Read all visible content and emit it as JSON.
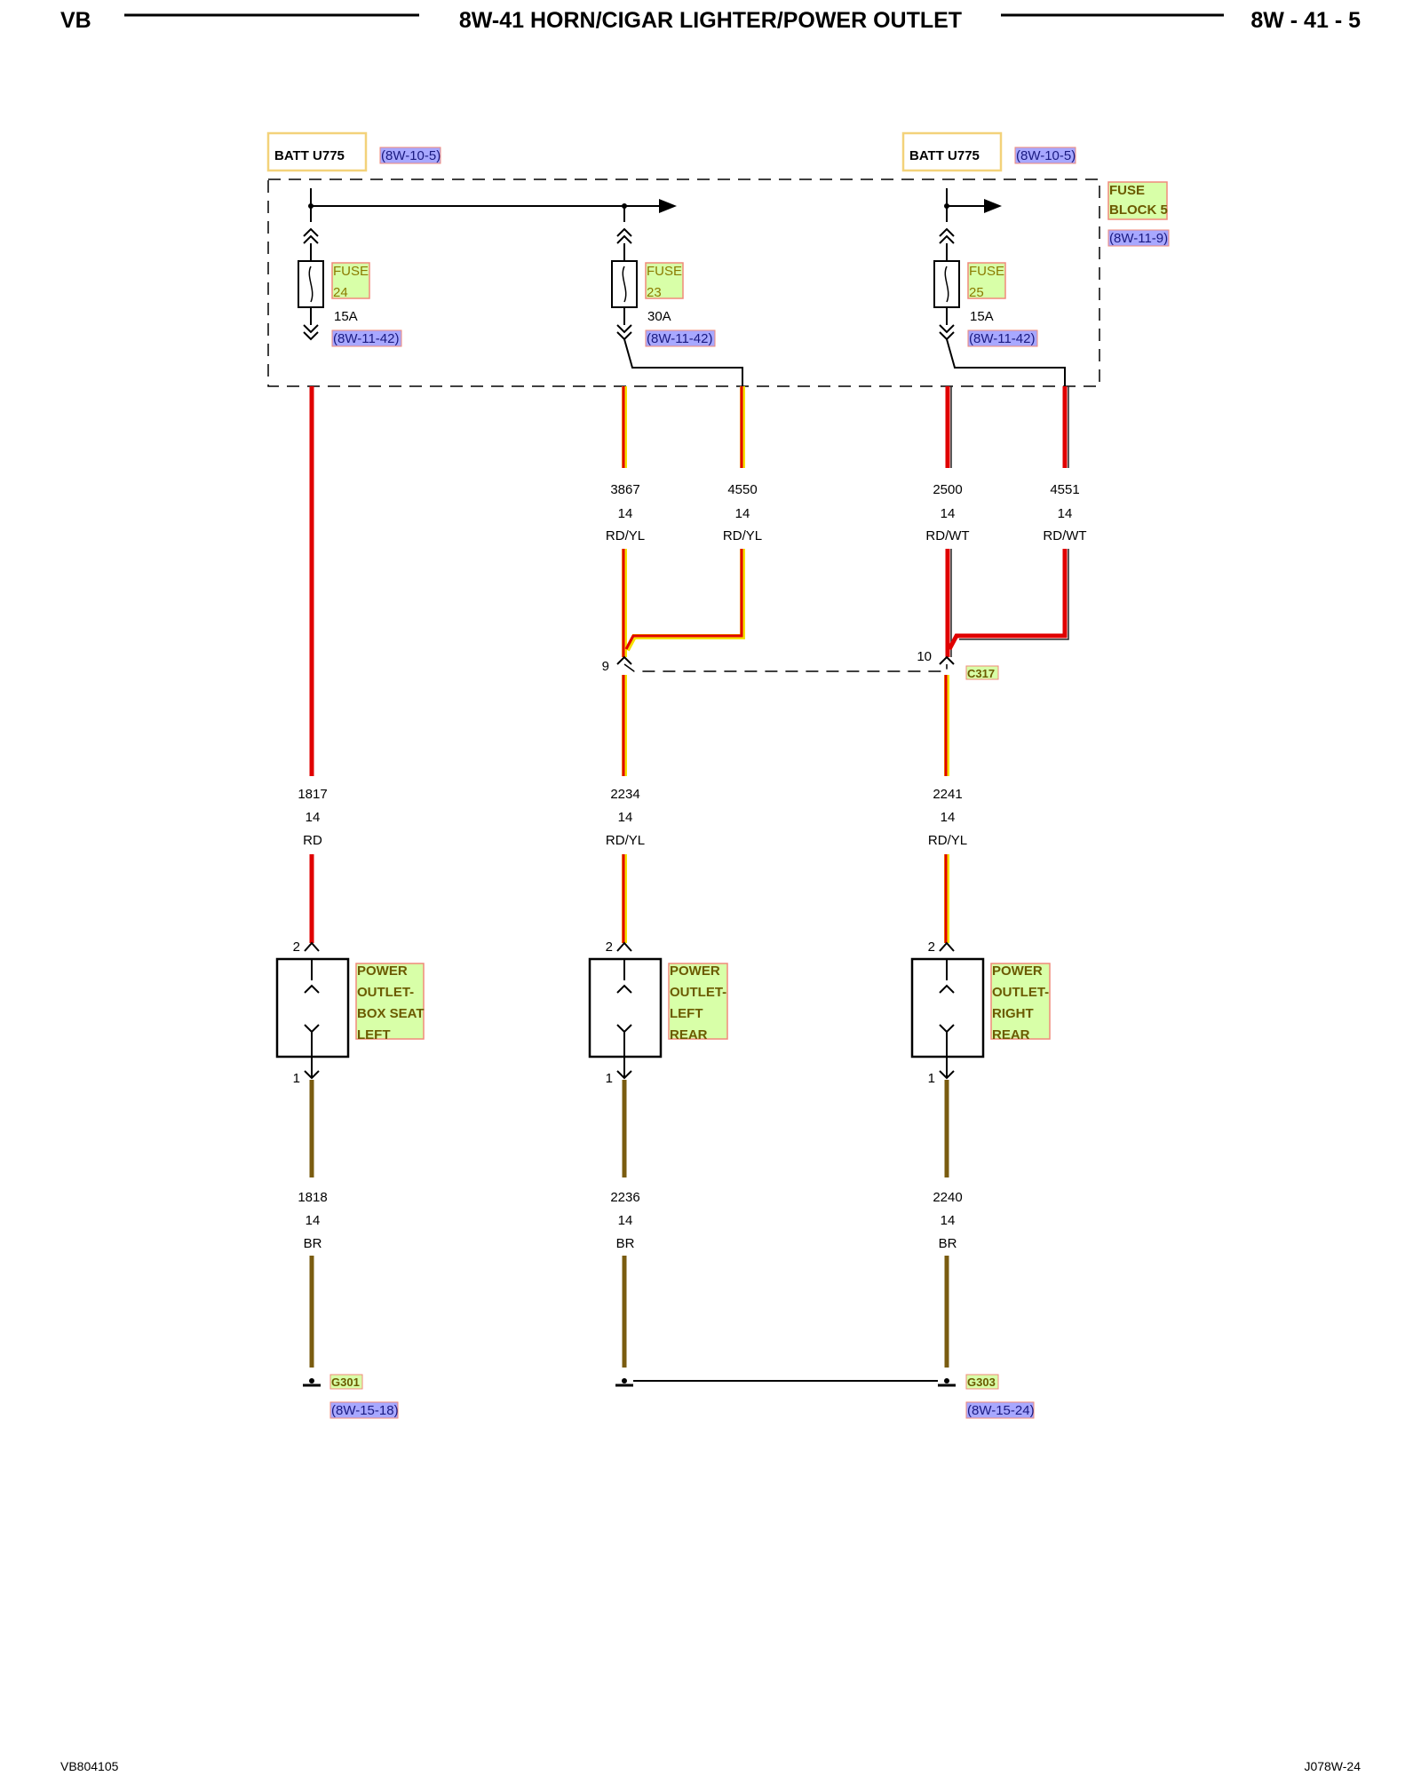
{
  "header": {
    "left": "VB",
    "title": "8W-41 HORN/CIGAR LIGHTER/POWER OUTLET",
    "page": "8W - 41 - 5"
  },
  "footer": {
    "left": "VB804105",
    "right": "J078W-24"
  },
  "batt": [
    {
      "name": "BATT U775",
      "ref": "(8W-10-5)"
    },
    {
      "name": "BATT U775",
      "ref": "(8W-10-5)"
    }
  ],
  "fuse_block": {
    "line1": "FUSE",
    "line2": "BLOCK 5",
    "ref": "(8W-11-9)"
  },
  "fuses": [
    {
      "label1": "FUSE",
      "label2": "24",
      "rating": "15A",
      "ref": "(8W-11-42)"
    },
    {
      "label1": "FUSE",
      "label2": "23",
      "rating": "30A",
      "ref": "(8W-11-42)"
    },
    {
      "label1": "FUSE",
      "label2": "25",
      "rating": "15A",
      "ref": "(8W-11-42)"
    }
  ],
  "upper_wires": [
    {
      "circuit": "3867",
      "gauge": "14",
      "color": "RD/YL"
    },
    {
      "circuit": "4550",
      "gauge": "14",
      "color": "RD/YL"
    },
    {
      "circuit": "2500",
      "gauge": "14",
      "color": "RD/WT"
    },
    {
      "circuit": "4551",
      "gauge": "14",
      "color": "RD/WT"
    }
  ],
  "connector": {
    "name": "C317",
    "pin_left": "9",
    "pin_right": "10"
  },
  "mid_wires": [
    {
      "circuit": "1817",
      "gauge": "14",
      "color": "RD"
    },
    {
      "circuit": "2234",
      "gauge": "14",
      "color": "RD/YL"
    },
    {
      "circuit": "2241",
      "gauge": "14",
      "color": "RD/YL"
    }
  ],
  "outlets": [
    {
      "lines": [
        "POWER",
        "OUTLET-",
        "BOX SEAT",
        "LEFT"
      ],
      "pin_top": "2",
      "pin_bottom": "1"
    },
    {
      "lines": [
        "POWER",
        "OUTLET-",
        "LEFT",
        "REAR"
      ],
      "pin_top": "2",
      "pin_bottom": "1"
    },
    {
      "lines": [
        "POWER",
        "OUTLET-",
        "RIGHT",
        "REAR"
      ],
      "pin_top": "2",
      "pin_bottom": "1"
    }
  ],
  "ground_wires": [
    {
      "circuit": "1818",
      "gauge": "14",
      "color": "BR"
    },
    {
      "circuit": "2236",
      "gauge": "14",
      "color": "BR"
    },
    {
      "circuit": "2240",
      "gauge": "14",
      "color": "BR"
    }
  ],
  "grounds": [
    {
      "name": "G301",
      "ref": "(8W-15-18)"
    },
    {
      "name": "G303",
      "ref": "(8W-15-24)"
    }
  ],
  "colors": {
    "red": "#e00000",
    "yellow": "#f5e000",
    "brown": "#7a5c10",
    "label_bg": "#d8ffa8",
    "label_border": "#f08a7a",
    "ref_bg": "#a8a8ff",
    "batt_border": "#f3d27a"
  }
}
